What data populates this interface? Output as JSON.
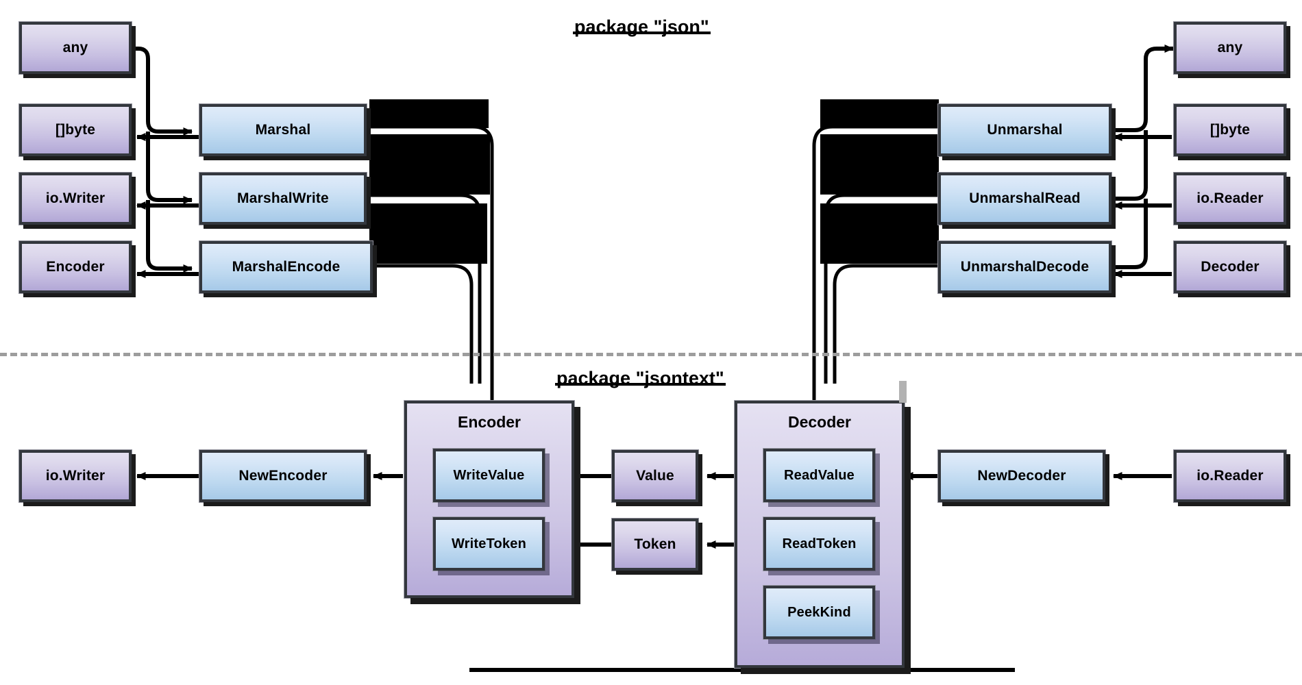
{
  "diagram": {
    "title_top": {
      "prefix": "package",
      "quoted": "\"json\"",
      "full": "package \"json\""
    },
    "title_bottom": {
      "prefix": "package",
      "quoted": "\"jsontext\"",
      "full": "package \"jsontext\""
    },
    "colors": {
      "type_box_fill_top": "#e3dff0",
      "type_box_fill_bottom": "#b2a7d6",
      "func_box_fill_top": "#dfebf9",
      "func_box_fill_bottom": "#a6c9e8",
      "border": "#33373d",
      "shadow": "#1b1b1b",
      "edge": "#000000",
      "divider": "#9d9d9d"
    }
  },
  "json_package": {
    "left_types": [
      {
        "label": "any"
      },
      {
        "label": "[]byte"
      },
      {
        "label": "io.Writer"
      },
      {
        "label": "Encoder"
      }
    ],
    "marshal_funcs": [
      {
        "label": "Marshal"
      },
      {
        "label": "MarshalWrite"
      },
      {
        "label": "MarshalEncode"
      }
    ],
    "unmarshal_funcs": [
      {
        "label": "Unmarshal"
      },
      {
        "label": "UnmarshalRead"
      },
      {
        "label": "UnmarshalDecode"
      }
    ],
    "right_types": [
      {
        "label": "any"
      },
      {
        "label": "[]byte"
      },
      {
        "label": "io.Reader"
      },
      {
        "label": "Decoder"
      }
    ]
  },
  "jsontext_package": {
    "encoder_group": {
      "title": "Encoder",
      "methods": [
        {
          "label": "WriteValue"
        },
        {
          "label": "WriteToken"
        }
      ]
    },
    "decoder_group": {
      "title": "Decoder",
      "methods": [
        {
          "label": "ReadValue"
        },
        {
          "label": "ReadToken"
        },
        {
          "label": "PeekKind"
        }
      ]
    },
    "middle_types": [
      {
        "label": "Value"
      },
      {
        "label": "Token"
      }
    ],
    "constructors": [
      {
        "label": "NewEncoder"
      },
      {
        "label": "NewDecoder"
      }
    ],
    "outer_types": [
      {
        "label": "io.Writer"
      },
      {
        "label": "io.Reader"
      }
    ]
  }
}
